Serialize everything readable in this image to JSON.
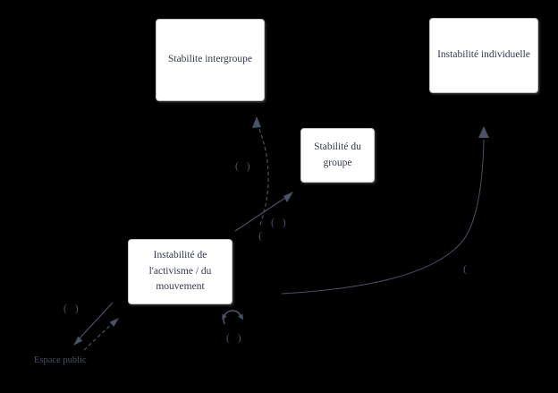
{
  "colors": {
    "background": "#000000",
    "node_background": "#ffffff",
    "node_border": "#c4c4c4",
    "node_text": "#333a49",
    "arrow": "#4a5265",
    "label": "#4d5569"
  },
  "nodes": {
    "intergroupe": {
      "label": "Stabilite intergroupe"
    },
    "individuelle": {
      "label": "Instabilité individuelle"
    },
    "groupe": {
      "label": "Stabilité du groupe"
    },
    "activisme": {
      "label": "Instabilité de l'activisme / du mouvement"
    }
  },
  "edge_labels": {
    "activisme_to_intergroupe": "( )",
    "activisme_to_groupe_upper": "( )",
    "activisme_to_groupe_lower": "(",
    "activisme_to_individuelle": "(",
    "activisme_to_espace_public": "( )",
    "self_loop": "( )"
  },
  "captions": {
    "espace_public": "Espace public"
  },
  "icons": {
    "cycle_arrow": "↻"
  }
}
